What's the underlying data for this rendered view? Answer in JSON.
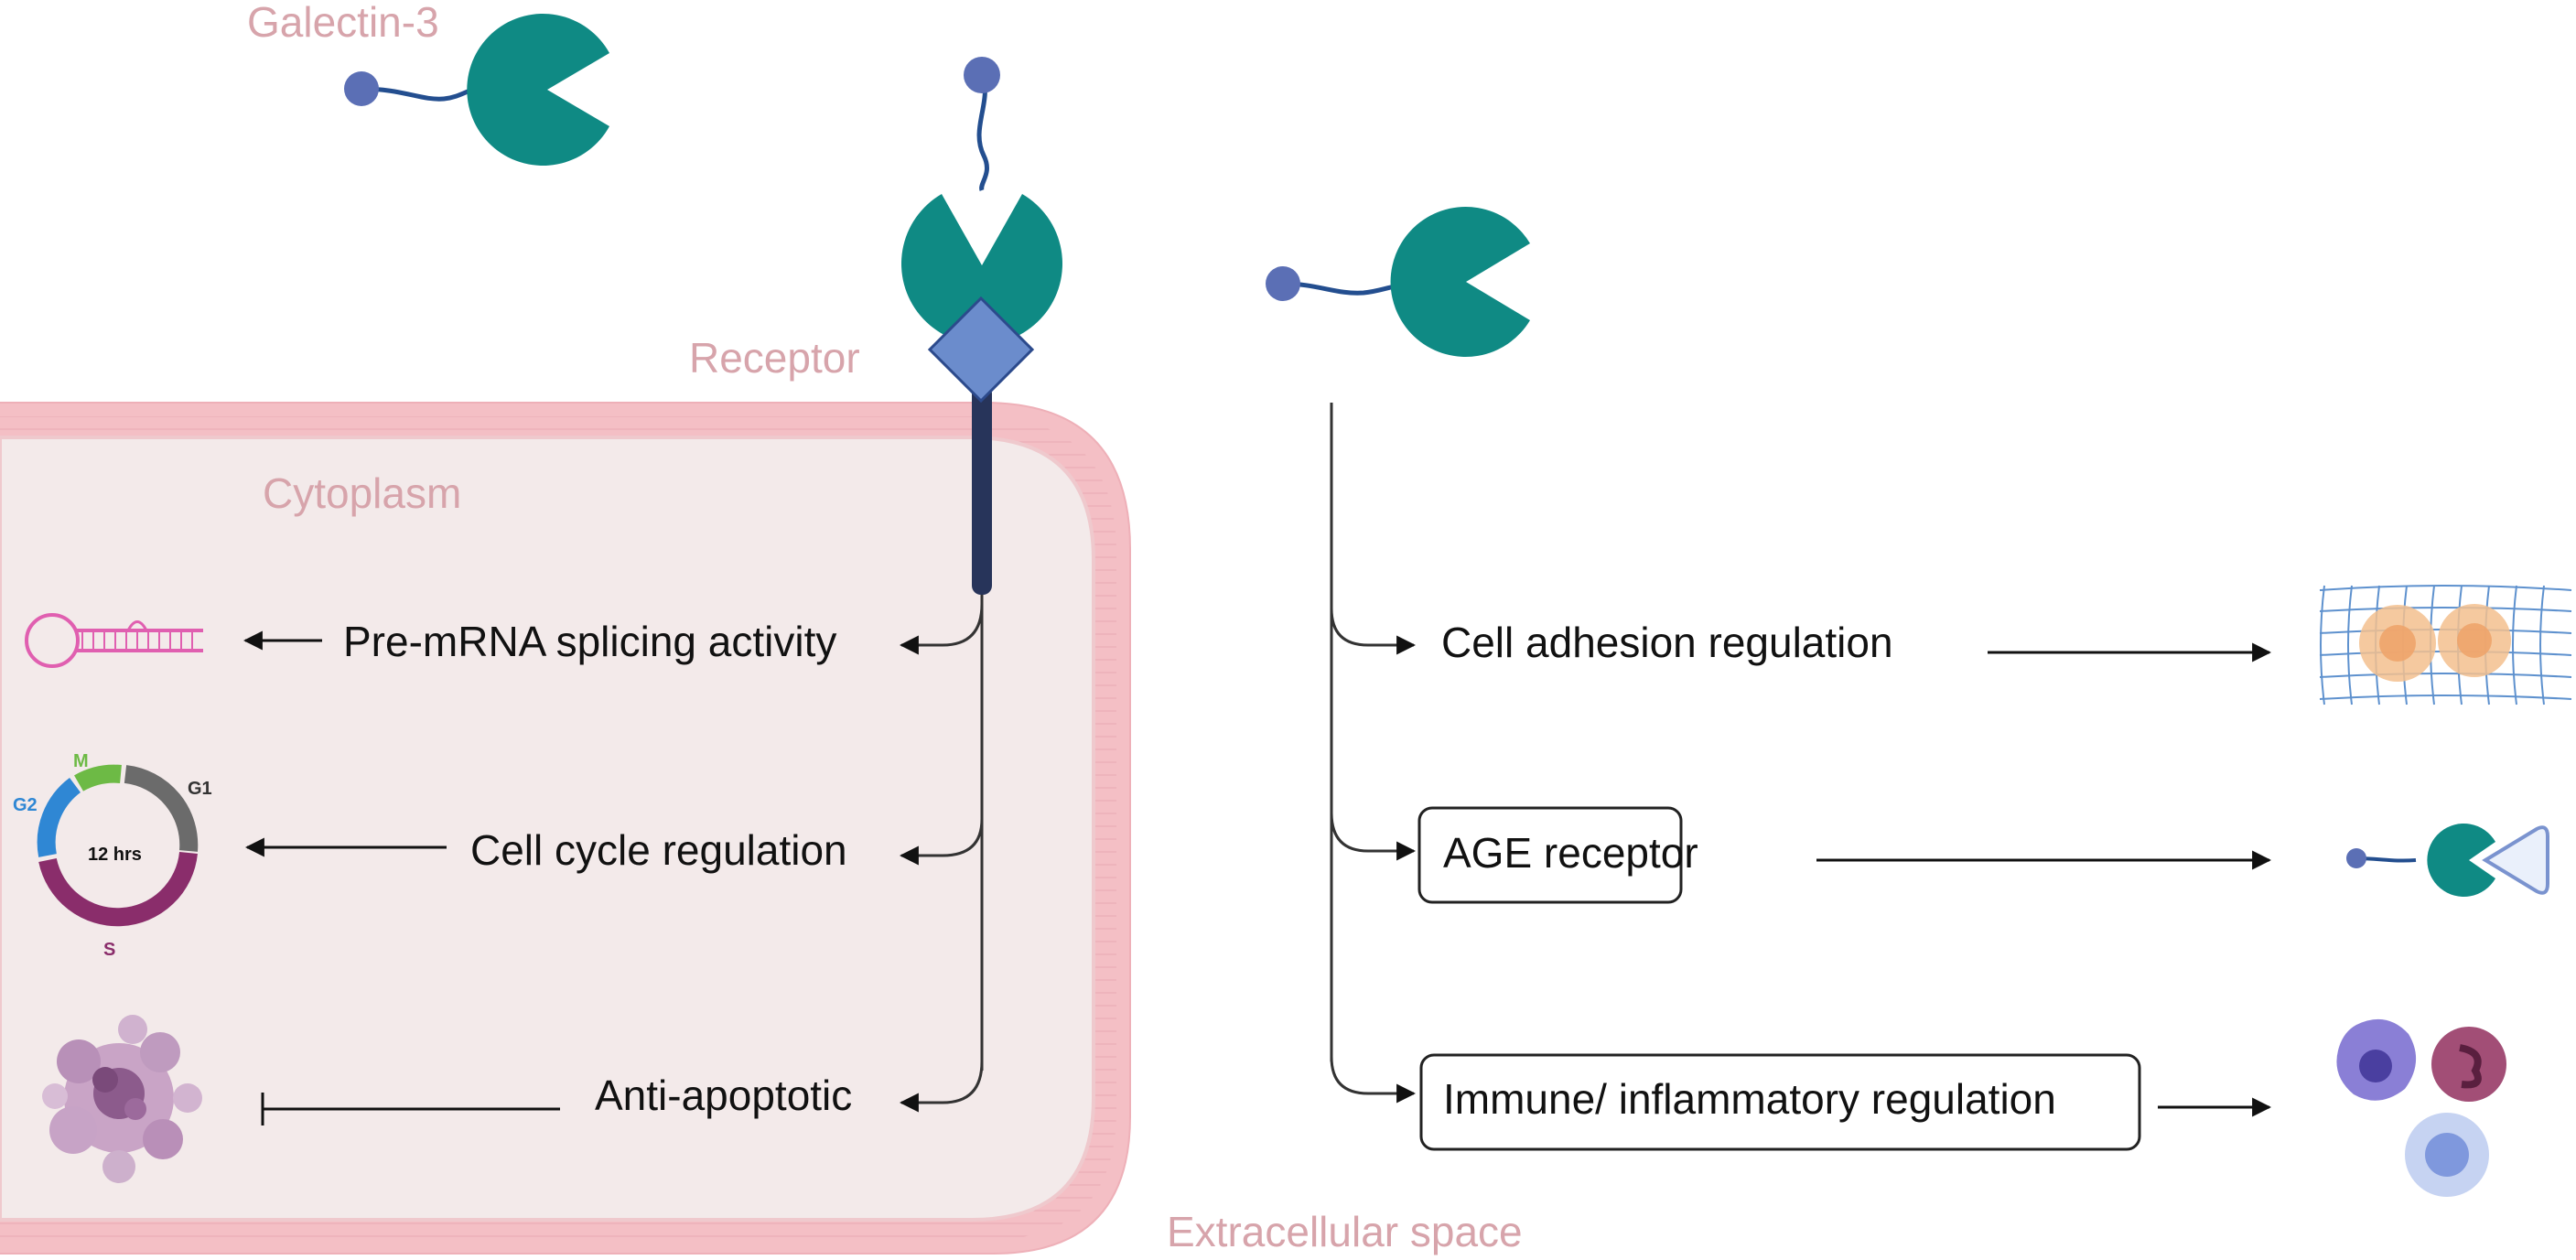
{
  "labels": {
    "galectin": "Galectin-3",
    "receptor": "Receptor",
    "cytoplasm": "Cytoplasm",
    "extracellular": "Extracellular space"
  },
  "intracellular": {
    "splicing": "Pre-mRNA splicing activity",
    "cell_cycle": "Cell cycle regulation",
    "anti_apoptotic": "Anti-apoptotic"
  },
  "extracellular_functions": {
    "adhesion": "Cell adhesion regulation",
    "age_receptor": "AGE receptor",
    "immune": "Immune/ inflammatory regulation"
  },
  "cell_cycle_icon": {
    "center": "12 hrs",
    "m": "M",
    "g1": "G1",
    "g2": "G2",
    "s": "S"
  },
  "colors": {
    "galectin": "#0f8a84",
    "tail_bead": "#5b6fb5",
    "receptor": "#6b8ccc",
    "receptor_stem": "#27345a",
    "membrane": "#f2c2c7",
    "cytoplasm_fill": "#f3eaea",
    "label_pink": "#d7a4ab"
  }
}
